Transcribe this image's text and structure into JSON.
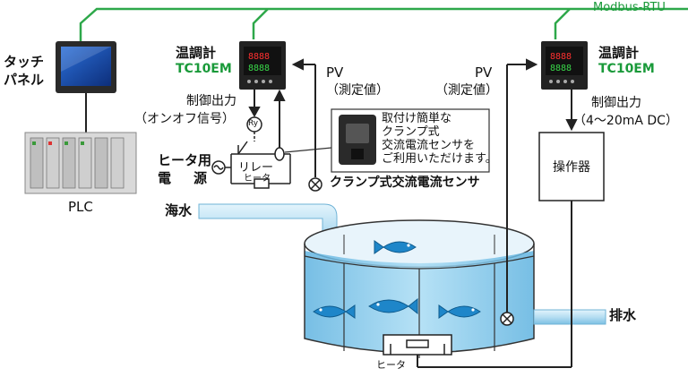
{
  "bus": {
    "label": "Modbus-RTU",
    "color": "#2ea84a"
  },
  "touch_panel": {
    "label_line1": "タッチ",
    "label_line2": "パネル"
  },
  "plc": {
    "label": "PLC"
  },
  "controller_left": {
    "name_line1": "温調計",
    "name_line2": "TC10EM",
    "output_line1": "制御出力",
    "output_line2": "（オンオフ信号）",
    "pv_line1": "PV",
    "pv_line2": "（測定値）",
    "relay_symbol": "Ry"
  },
  "controller_right": {
    "name_line1": "温調計",
    "name_line2": "TC10EM",
    "output_line1": "制御出力",
    "output_line2": "（4～20mA DC）",
    "pv_line1": "PV",
    "pv_line2": "（測定値）"
  },
  "heater_power": {
    "line1": "ヒータ用",
    "line2a": "電",
    "line2b": "源"
  },
  "relay_label": "リレー",
  "heater_small_label": "ヒータ",
  "clamp_sensor": {
    "callout_line1": "取付け簡単な",
    "callout_line2": "クランプ式",
    "callout_line3": "交流電流センサを",
    "callout_line4": "ご利用いただけます。",
    "caption": "クランプ式交流電流センサ"
  },
  "actuator": {
    "label": "操作器"
  },
  "seawater_label": "海水",
  "drain_label": "排水",
  "tank_heater_label": "ヒータ",
  "colors": {
    "pipe": "#bfe3f5",
    "pipe_edge": "#6fb3d6",
    "water": "#8ccff0",
    "line": "#222222",
    "accent": "#1a9a3a"
  }
}
